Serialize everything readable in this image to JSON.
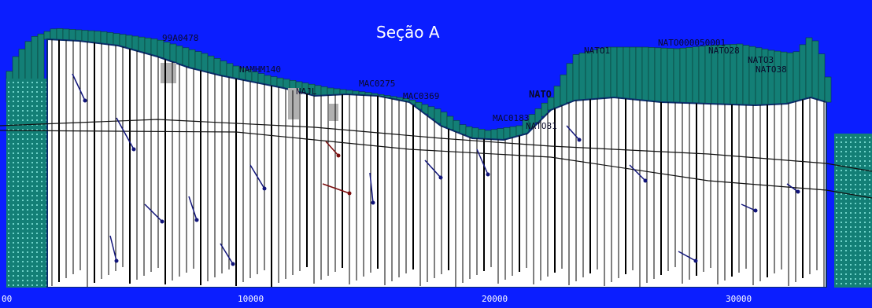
{
  "title": "Seção A",
  "colors": {
    "background": "#0b1eff",
    "terrain_fill": "#137f76",
    "section_body": "#ffffff",
    "borehole": "#000000",
    "flow_arrow": "#10147a",
    "flow_arrow_alt": "#7a0c0c",
    "gray_block": "#b0b0b0"
  },
  "well_labels": [
    "99A0478",
    "NAMHM140",
    "NAJL",
    "MAC0275",
    "MAC0369",
    "NATO",
    "MAC0183",
    "NATO81",
    "NATO1",
    "NATO000050001",
    "NATO28",
    "NATO3",
    "NATO38"
  ],
  "axis": {
    "ticks": [
      "00",
      "10000",
      "20000",
      "30000"
    ]
  }
}
